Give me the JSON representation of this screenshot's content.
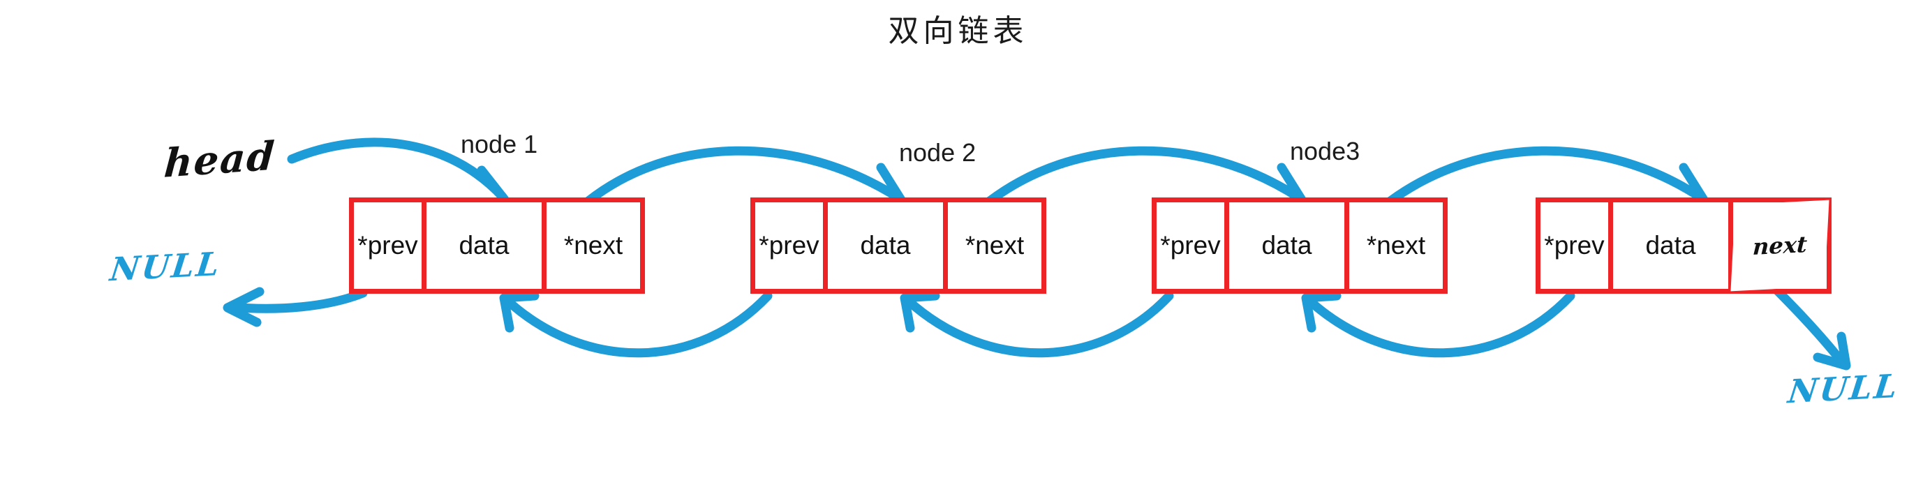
{
  "title": "双向链表",
  "colors": {
    "box_red": "#ee2326",
    "arrow_blue": "#1e9cd8",
    "ink_black": "#111111",
    "background": "#ffffff"
  },
  "cell_labels": {
    "prev": "*prev",
    "data": "data",
    "next": "*next"
  },
  "annotations": {
    "head": "head",
    "null_left": "NULL",
    "null_right": "NULL"
  },
  "nodes": [
    {
      "caption": "node 1",
      "prev": "*prev",
      "data": "data",
      "next": "*next"
    },
    {
      "caption": "node 2",
      "prev": "*prev",
      "data": "data",
      "next": "*next"
    },
    {
      "caption": "node3",
      "prev": "*prev",
      "data": "data",
      "next": "*next"
    },
    {
      "caption": "",
      "prev": "*prev",
      "data": "data",
      "next": "next"
    }
  ]
}
